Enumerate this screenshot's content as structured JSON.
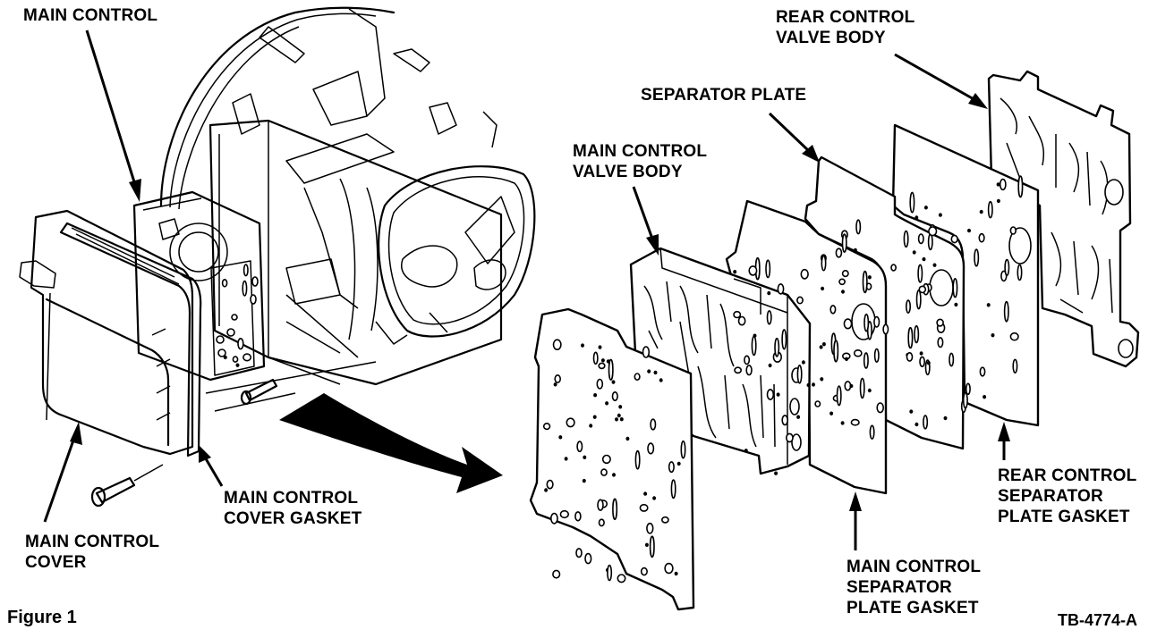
{
  "figure": {
    "caption": "Figure 1",
    "reference_code": "TB-4774-A",
    "style": {
      "ink_color": "#000000",
      "paper_color": "#ffffff"
    }
  },
  "labels": {
    "main_control": [
      "MAIN CONTROL"
    ],
    "main_control_cover": [
      "MAIN CONTROL",
      "COVER"
    ],
    "main_control_cover_gasket": [
      "MAIN CONTROL",
      "COVER GASKET"
    ],
    "main_control_valve_body": [
      "MAIN CONTROL",
      "VALVE BODY"
    ],
    "separator_plate": [
      "SEPARATOR PLATE"
    ],
    "rear_control_valve_body": [
      "REAR CONTROL",
      "VALVE BODY"
    ],
    "main_control_separator_plate_gasket": [
      "MAIN CONTROL",
      "SEPARATOR",
      "PLATE GASKET"
    ],
    "rear_control_separator_plate_gasket": [
      "REAR CONTROL",
      "SEPARATOR",
      "PLATE GASKET"
    ]
  },
  "components": [
    "transmission-case",
    "main-control-cover",
    "main-control-cover-gasket",
    "cover-bolt",
    "main-control-separator-plate-gasket",
    "main-control-valve-body",
    "separator-plate",
    "rear-control-separator-plate-gasket",
    "rear-control-valve-body",
    "exploded-view-arrow"
  ]
}
